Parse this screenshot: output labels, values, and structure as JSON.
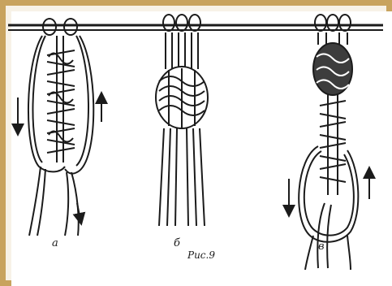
{
  "figure": {
    "label_a": "а",
    "label_b": "б",
    "label_c": "в",
    "caption": "Рис.9"
  },
  "colors": {
    "frame": "#c8a35e",
    "ink": "#1b1b1b"
  }
}
